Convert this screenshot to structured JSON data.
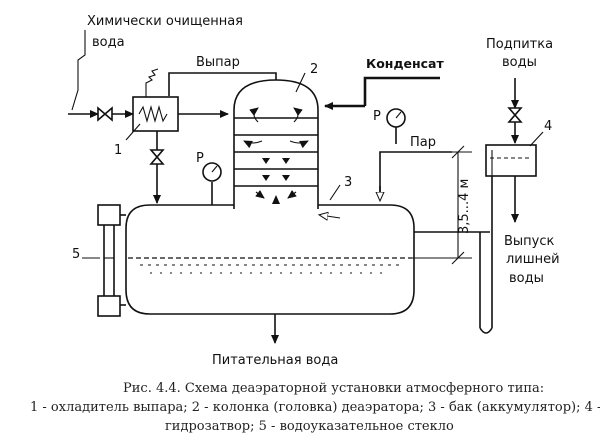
{
  "labels": {
    "chem_water_1": "Химически очищенная",
    "chem_water_2": "вода",
    "vapor": "Выпар",
    "condensate": "Конденсат",
    "steam": "Пар",
    "makeup_1": "Подпитка",
    "makeup_2": "воды",
    "discharge_1": "Выпуск",
    "discharge_2": "лишней",
    "discharge_3": "воды",
    "feed_water": "Питательная вода",
    "height": "3,5...4 м",
    "pressure_p": "P"
  },
  "numbers": {
    "n1": "1",
    "n2": "2",
    "n3": "3",
    "n4": "4",
    "n5": "5"
  },
  "caption": {
    "line1": "Рис. 4.4. Схема деаэраторной установки атмосферного типа:",
    "line2": "1 - охладитель выпара; 2 - колонка (головка) деаэратора; 3 - бак (аккумулятор); 4 -",
    "line3": "гидрозатвор; 5 - водоуказательное стекло"
  }
}
